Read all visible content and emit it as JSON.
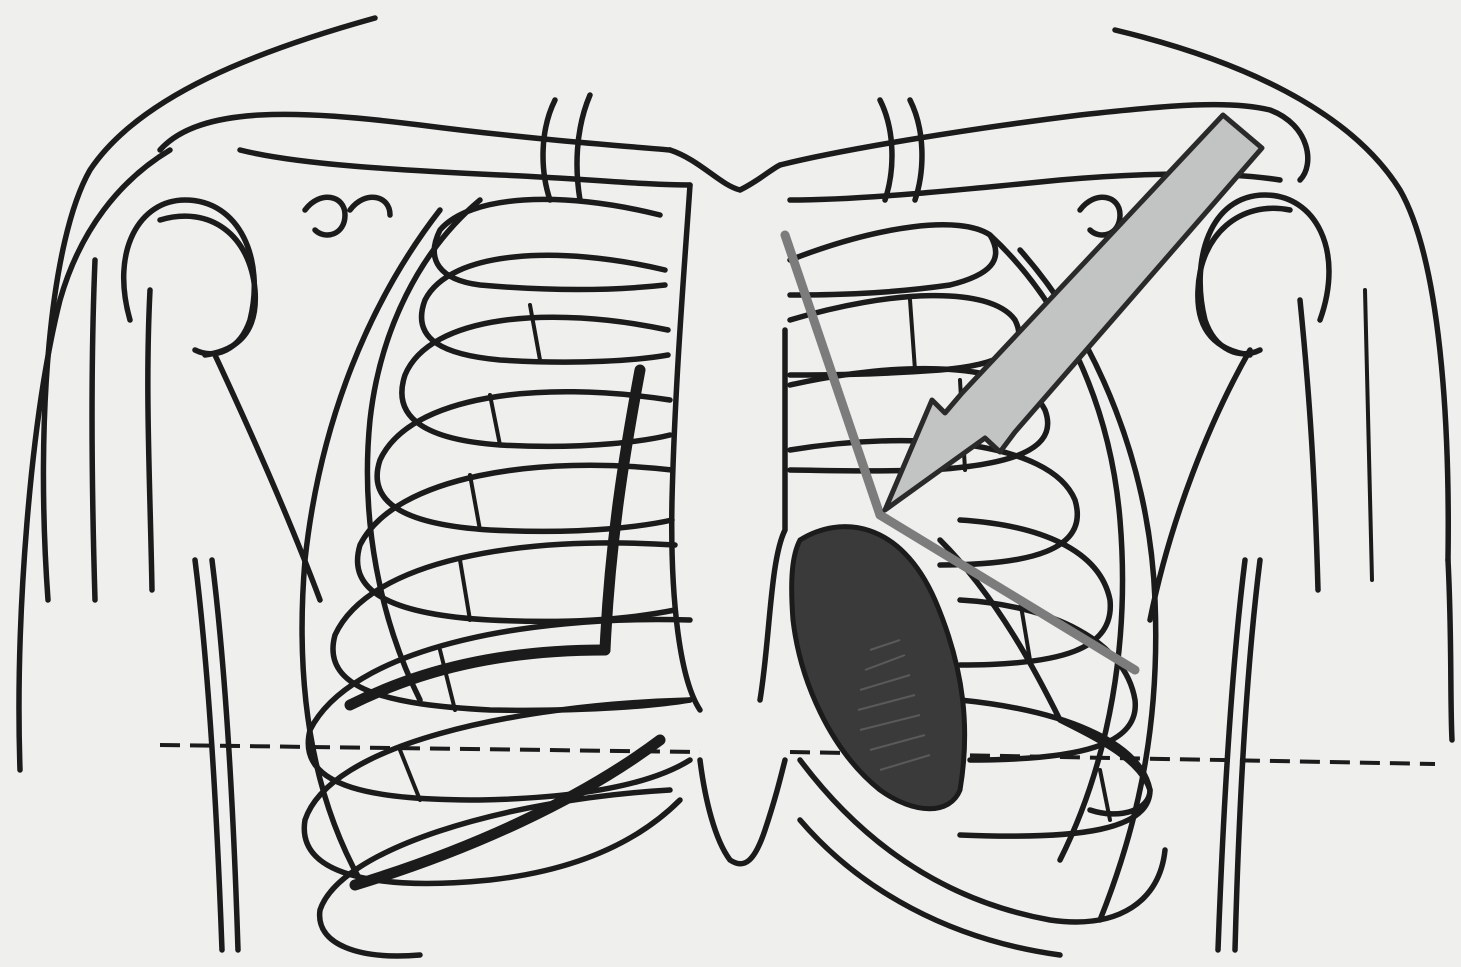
{
  "figure": {
    "subject": "anterior-chest-wall-ribcage",
    "colors": {
      "background": "#efefed",
      "ink": "#1b1b1b",
      "lesion_fill": "#3a3a3a",
      "arrow_fill": "#c2c4c3",
      "arrow_outline": "#2a2a2a",
      "guide_line": "#7c7c7c"
    },
    "icons": [
      "diagonal-arrow",
      "shaded-oval-region",
      "dashed-horizontal-line"
    ]
  }
}
